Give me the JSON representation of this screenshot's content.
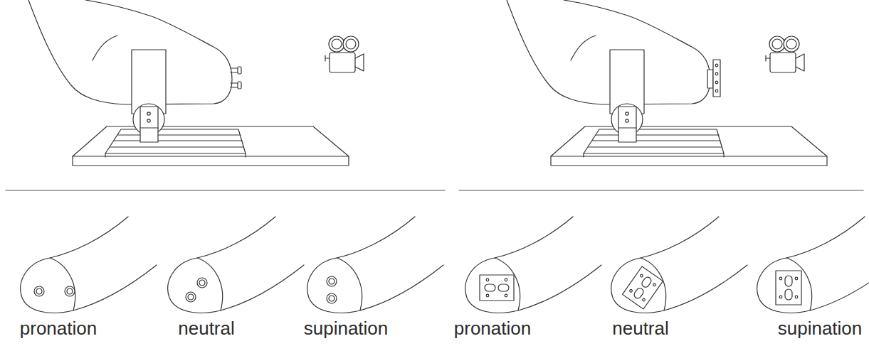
{
  "diagram": {
    "labels": [
      "pronation",
      "neutral",
      "supination",
      "pronation",
      "neutral",
      "supination"
    ]
  }
}
